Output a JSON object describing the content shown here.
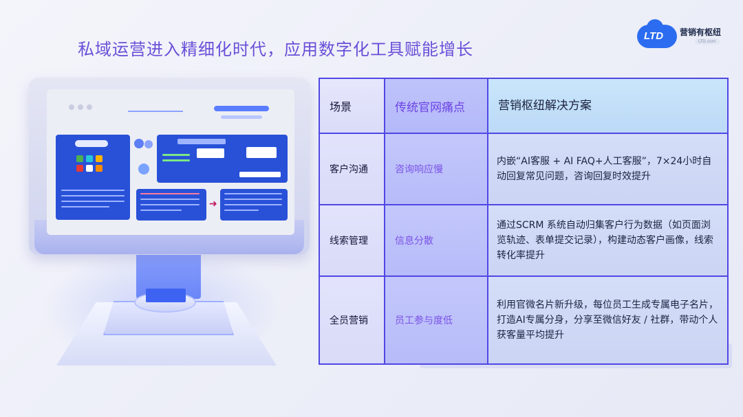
{
  "headline": "私域运营进入精细化时代，应用数字化工具赋能增长",
  "brand": {
    "logo_text": "LTD",
    "name": "营销有枢纽",
    "sub": "LTD.com"
  },
  "table": {
    "headers": [
      "场景",
      "传统官网痛点",
      "营销枢纽解决方案"
    ],
    "rows": [
      {
        "scene": "客户沟通",
        "pain": "咨询响应慢",
        "solution": "内嵌“AI客服 + AI FAQ+人工客服”，7×24小时自动回复常见问题，咨询回复时效提升"
      },
      {
        "scene": "线索管理",
        "pain": "信息分散",
        "solution": "通过SCRM 系统自动归集客户行为数据（如页面浏览轨迹、表单提交记录），构建动态客户画像，线索转化率提升"
      },
      {
        "scene": "全员营销",
        "pain": "员工参与度低",
        "solution": "利用官微名片新升级，每位员工生成专属电子名片，打造AI专属分身，分享至微信好友 / 社群，带动个人获客量平均提升"
      }
    ]
  },
  "colors": {
    "headline": "#6a4fd8",
    "border": "#5046e4",
    "pain_text": "#7a52e6",
    "panel": "#2851d8"
  }
}
